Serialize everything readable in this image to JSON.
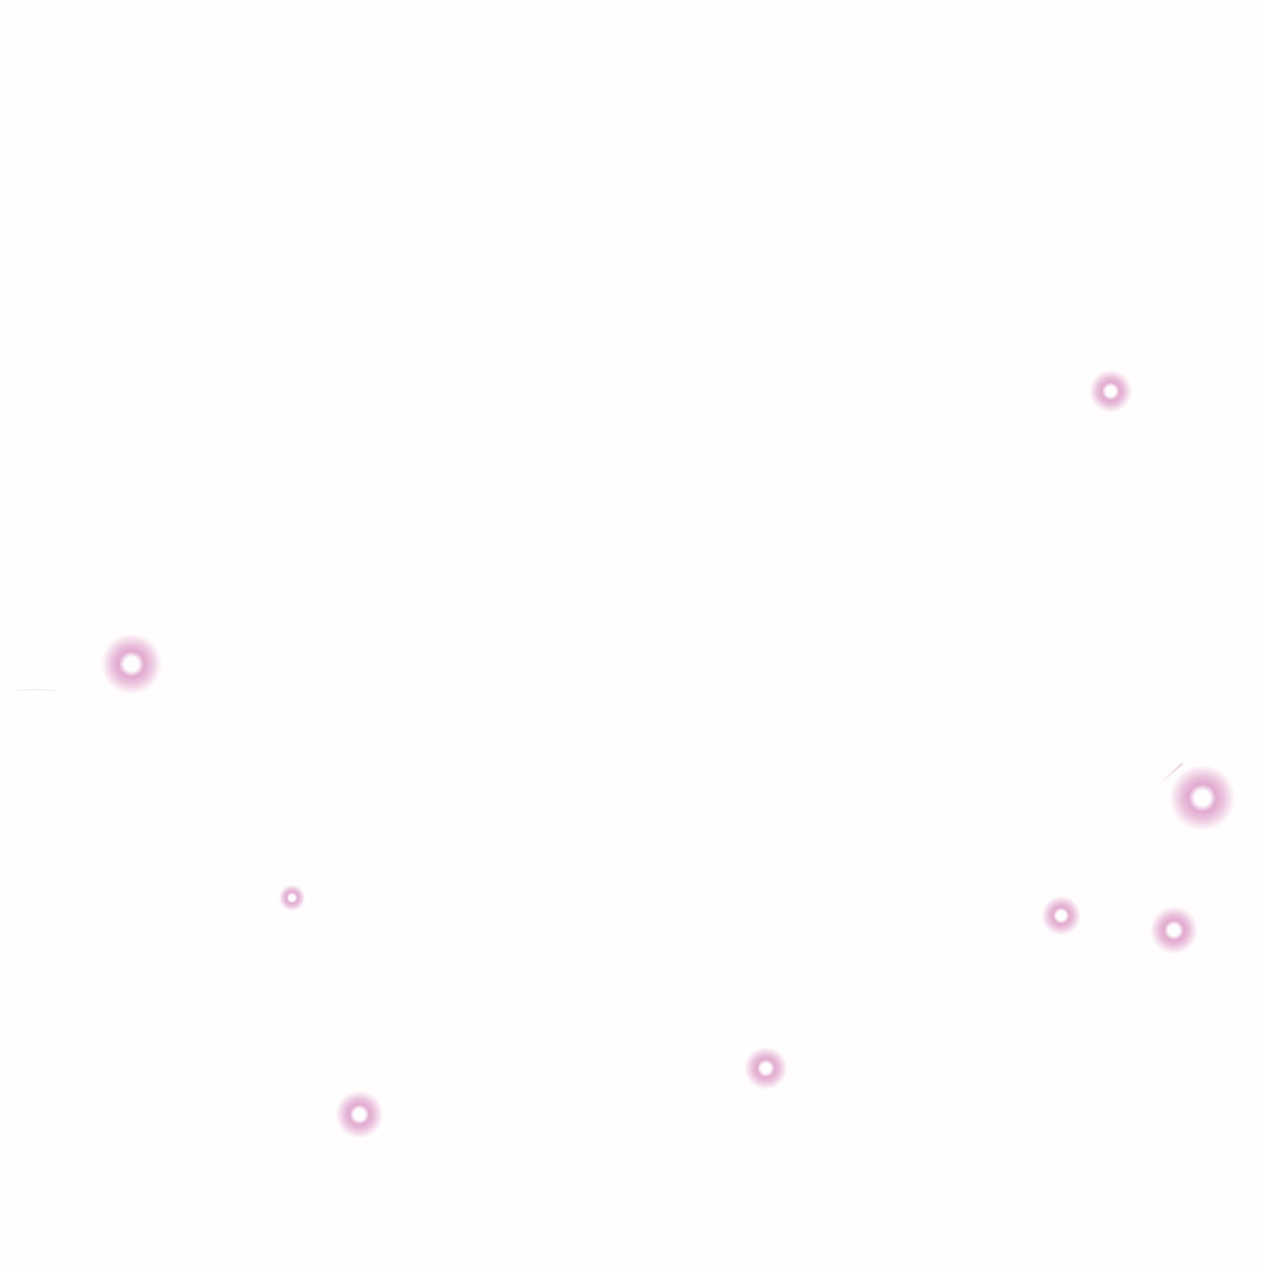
{
  "scene": {
    "background_color": "#fffdfd",
    "glow_color": "#d88fc0",
    "glow_core_color": "#ffffff",
    "sparkles": [
      {
        "name": "sparkle-1"
      },
      {
        "name": "sparkle-2"
      },
      {
        "name": "sparkle-3"
      },
      {
        "name": "sparkle-4"
      },
      {
        "name": "sparkle-5"
      },
      {
        "name": "sparkle-6"
      },
      {
        "name": "sparkle-7"
      },
      {
        "name": "sparkle-8"
      }
    ]
  }
}
